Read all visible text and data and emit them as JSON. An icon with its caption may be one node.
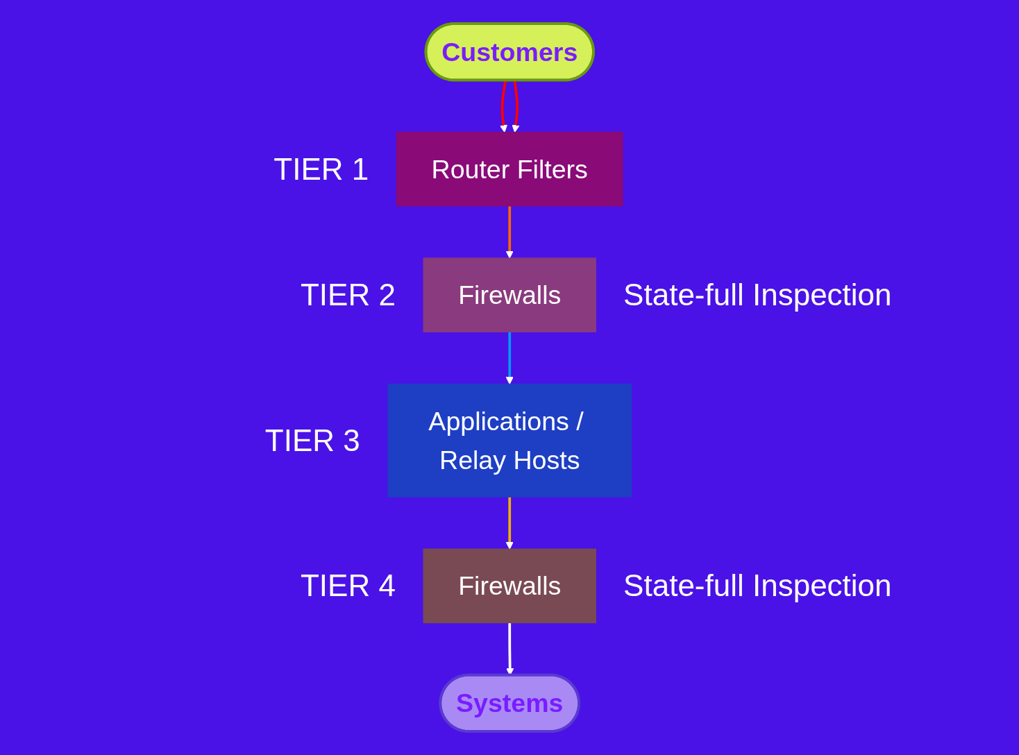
{
  "diagram": {
    "nodes": [
      {
        "text": [
          "Customers"
        ]
      },
      {
        "text": [
          "Router Filters"
        ],
        "beside": [
          "TIER 1"
        ]
      },
      {
        "text": [
          "Firewalls"
        ],
        "beside": [
          "TIER 2",
          "State-full Inspection"
        ]
      },
      {
        "text": [
          "Applications / Relay Hosts"
        ],
        "beside": [
          "TIER 3"
        ]
      },
      {
        "text": [
          "Firewalls"
        ],
        "beside": [
          "TIER 4",
          "State-full Inspection"
        ]
      },
      {
        "text": [
          "Systems"
        ]
      }
    ],
    "edges": [
      {
        "from": 0,
        "to": 1,
        "arrow": "to",
        "color": "#ff0000"
      },
      {
        "from": 0,
        "to": 1,
        "arrow": "to",
        "color": "#ff0000"
      },
      {
        "from": 1,
        "to": 2,
        "arrow": "to",
        "color": "#ff6600"
      },
      {
        "from": 2,
        "to": 3,
        "arrow": "to",
        "color": "#0099ff"
      },
      {
        "from": 3,
        "to": 4,
        "arrow": "to",
        "color": "#f0b000"
      },
      {
        "from": 4,
        "to": 5,
        "arrow": "to",
        "color": "#ffffff"
      }
    ]
  }
}
